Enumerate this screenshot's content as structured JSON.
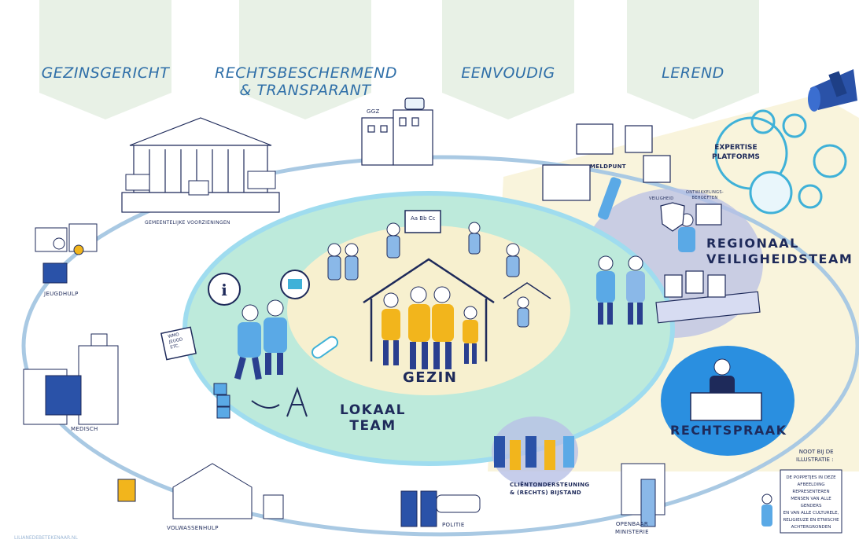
{
  "principles": [
    {
      "label": "GEZINSGERICHT"
    },
    {
      "label": "RECHTSBESCHERMEND\n& TRANSPARANT"
    },
    {
      "label": "EENVOUDIG"
    },
    {
      "label": "LEREND"
    }
  ],
  "center": {
    "label": "GEZIN"
  },
  "local_team": {
    "label": "LOKAAL\nTEAM"
  },
  "regional_team": {
    "label": "REGIONAAL\nVEILIGHEIDSTEAM"
  },
  "court": {
    "label": "RECHTSPRAAK"
  },
  "expertise": {
    "label": "EXPERTISE\nPLATFORMS"
  },
  "signs": {
    "abc_board": "Aa Bb Cc",
    "wmo_book": "WMO\nJEUGD\netc."
  },
  "regional_items": {
    "meldpunt": "MELDPUNT",
    "veiligheid": "VEILIGHEID",
    "ontwikkeling": "ONTWIKKELINGS-\nBEHOEFTEN"
  },
  "ring_labels": {
    "ggz": "GGZ",
    "gemeentelijke": "GEMEENTELIJKE  VOORZIENINGEN",
    "jeugdhulp": "JEUGDHULP",
    "medisch": "MEDISCH",
    "volwassenhulp": "VOLWASSENHULP",
    "politie": "POLITIE",
    "clientondersteuning": "CLIËNTONDERSTEUNING\n& (RECHTS) BIJSTAND",
    "openbaar_ministerie": "OPENBAAR\nMINISTERIE"
  },
  "note": {
    "title": "NOOT BIJ DE\nILLUSTRATIE :",
    "body": "DE POPPETJES IN DEZE\nAFBEELDING REPRESENTEREN\nMENSEN VAN ALLE GENDERS\nEN VAN ALLE CULTURELE,\nRELIGIEUZE EN ETNISCHE\nACHTERGRONDEN"
  },
  "credit": "LILIANEDEBETEKENAAR.NL",
  "colors": {
    "banner": "#e8f1e6",
    "banner_text": "#2f6fa8",
    "ring": "#a9c9e3",
    "local_team_fill": "#bdeadb",
    "local_team_edge": "#9fdcef",
    "family_fill": "#f7f0cf",
    "regional_fill": "#b8c0e6",
    "court_fill": "#2a8fe0",
    "accent_yellow": "#f2b51c",
    "ink": "#1e2a5a",
    "figure_blue": "#8ab8e8"
  }
}
